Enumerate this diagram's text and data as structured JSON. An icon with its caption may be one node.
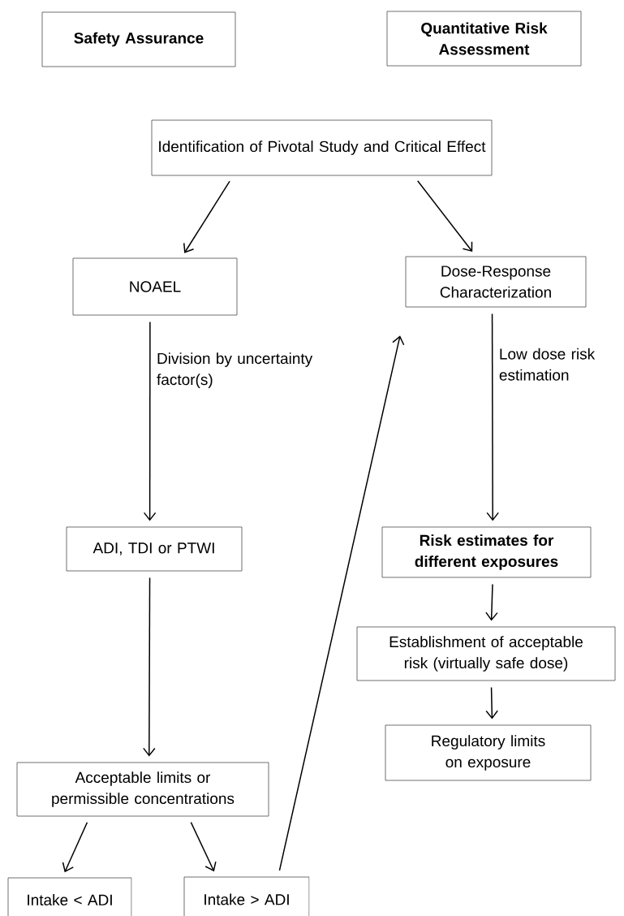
{
  "diagram": {
    "nodes": [
      {
        "text": [
          "Safety Assurance"
        ]
      },
      {
        "text": [
          "Quantitative Risk Assessment"
        ]
      },
      {
        "text": [
          "Identification of Pivotal Study and Critical Effect"
        ]
      },
      {
        "text": [
          "NOAEL"
        ]
      },
      {
        "text": [
          "Dose-Response Characterization"
        ]
      },
      {
        "text": [
          "ADI, TDI or PTWI"
        ]
      },
      {
        "text": [
          "Risk estimates for different exposures"
        ]
      },
      {
        "text": [
          "Establishment of acceptable risk (virtually safe dose)"
        ]
      },
      {
        "text": [
          "Regulatory limits on exposure"
        ]
      },
      {
        "text": [
          "Acceptable limits or permissible concentrations"
        ]
      },
      {
        "text": [
          "Intake < ADI"
        ]
      },
      {
        "text": [
          "Intake > ADI"
        ]
      }
    ],
    "edges": [
      {
        "from": 2,
        "to": 3,
        "arrow": "to"
      },
      {
        "from": 2,
        "to": 4,
        "arrow": "to"
      },
      {
        "from": 3,
        "to": 5,
        "arrow": "to",
        "label": "Division by uncertainty factor(s)"
      },
      {
        "from": 4,
        "to": 6,
        "arrow": "to",
        "label": "Low dose risk estimation"
      },
      {
        "from": 5,
        "to": 9,
        "arrow": "to"
      },
      {
        "from": 6,
        "to": 7,
        "arrow": "to"
      },
      {
        "from": 7,
        "to": 8,
        "arrow": "to"
      },
      {
        "from": 9,
        "to": 10,
        "arrow": "to"
      },
      {
        "from": 9,
        "to": 11,
        "arrow": "to"
      },
      {
        "from": 11,
        "to": 4,
        "arrow": "to"
      }
    ]
  }
}
